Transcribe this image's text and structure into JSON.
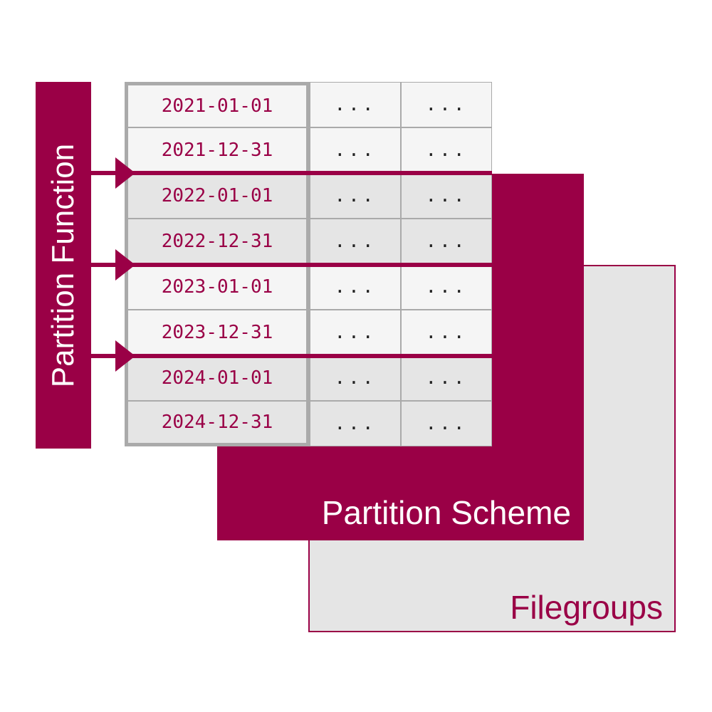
{
  "colors": {
    "accent": "#9a0046",
    "cell_light": "#f5f5f5",
    "cell_dark": "#e5e5e5",
    "grid": "#aaaaaa",
    "filegroups_bg": "#e5e5e5"
  },
  "labels": {
    "partition_function": "Partition Function",
    "partition_scheme": "Partition Scheme",
    "filegroups": "Filegroups"
  },
  "table": {
    "rows": [
      {
        "key": "2021-01-01",
        "c2": "...",
        "c3": "...",
        "shade": "light"
      },
      {
        "key": "2021-12-31",
        "c2": "...",
        "c3": "...",
        "shade": "light"
      },
      {
        "key": "2022-01-01",
        "c2": "...",
        "c3": "...",
        "shade": "dark"
      },
      {
        "key": "2022-12-31",
        "c2": "...",
        "c3": "...",
        "shade": "dark"
      },
      {
        "key": "2023-01-01",
        "c2": "...",
        "c3": "...",
        "shade": "light"
      },
      {
        "key": "2023-12-31",
        "c2": "...",
        "c3": "...",
        "shade": "light"
      },
      {
        "key": "2024-01-01",
        "c2": "...",
        "c3": "...",
        "shade": "dark"
      },
      {
        "key": "2024-12-31",
        "c2": "...",
        "c3": "...",
        "shade": "dark"
      }
    ]
  },
  "boundaries": [
    {
      "between": [
        "2021-12-31",
        "2022-01-01"
      ]
    },
    {
      "between": [
        "2022-12-31",
        "2023-01-01"
      ]
    },
    {
      "between": [
        "2023-12-31",
        "2024-01-01"
      ]
    }
  ]
}
